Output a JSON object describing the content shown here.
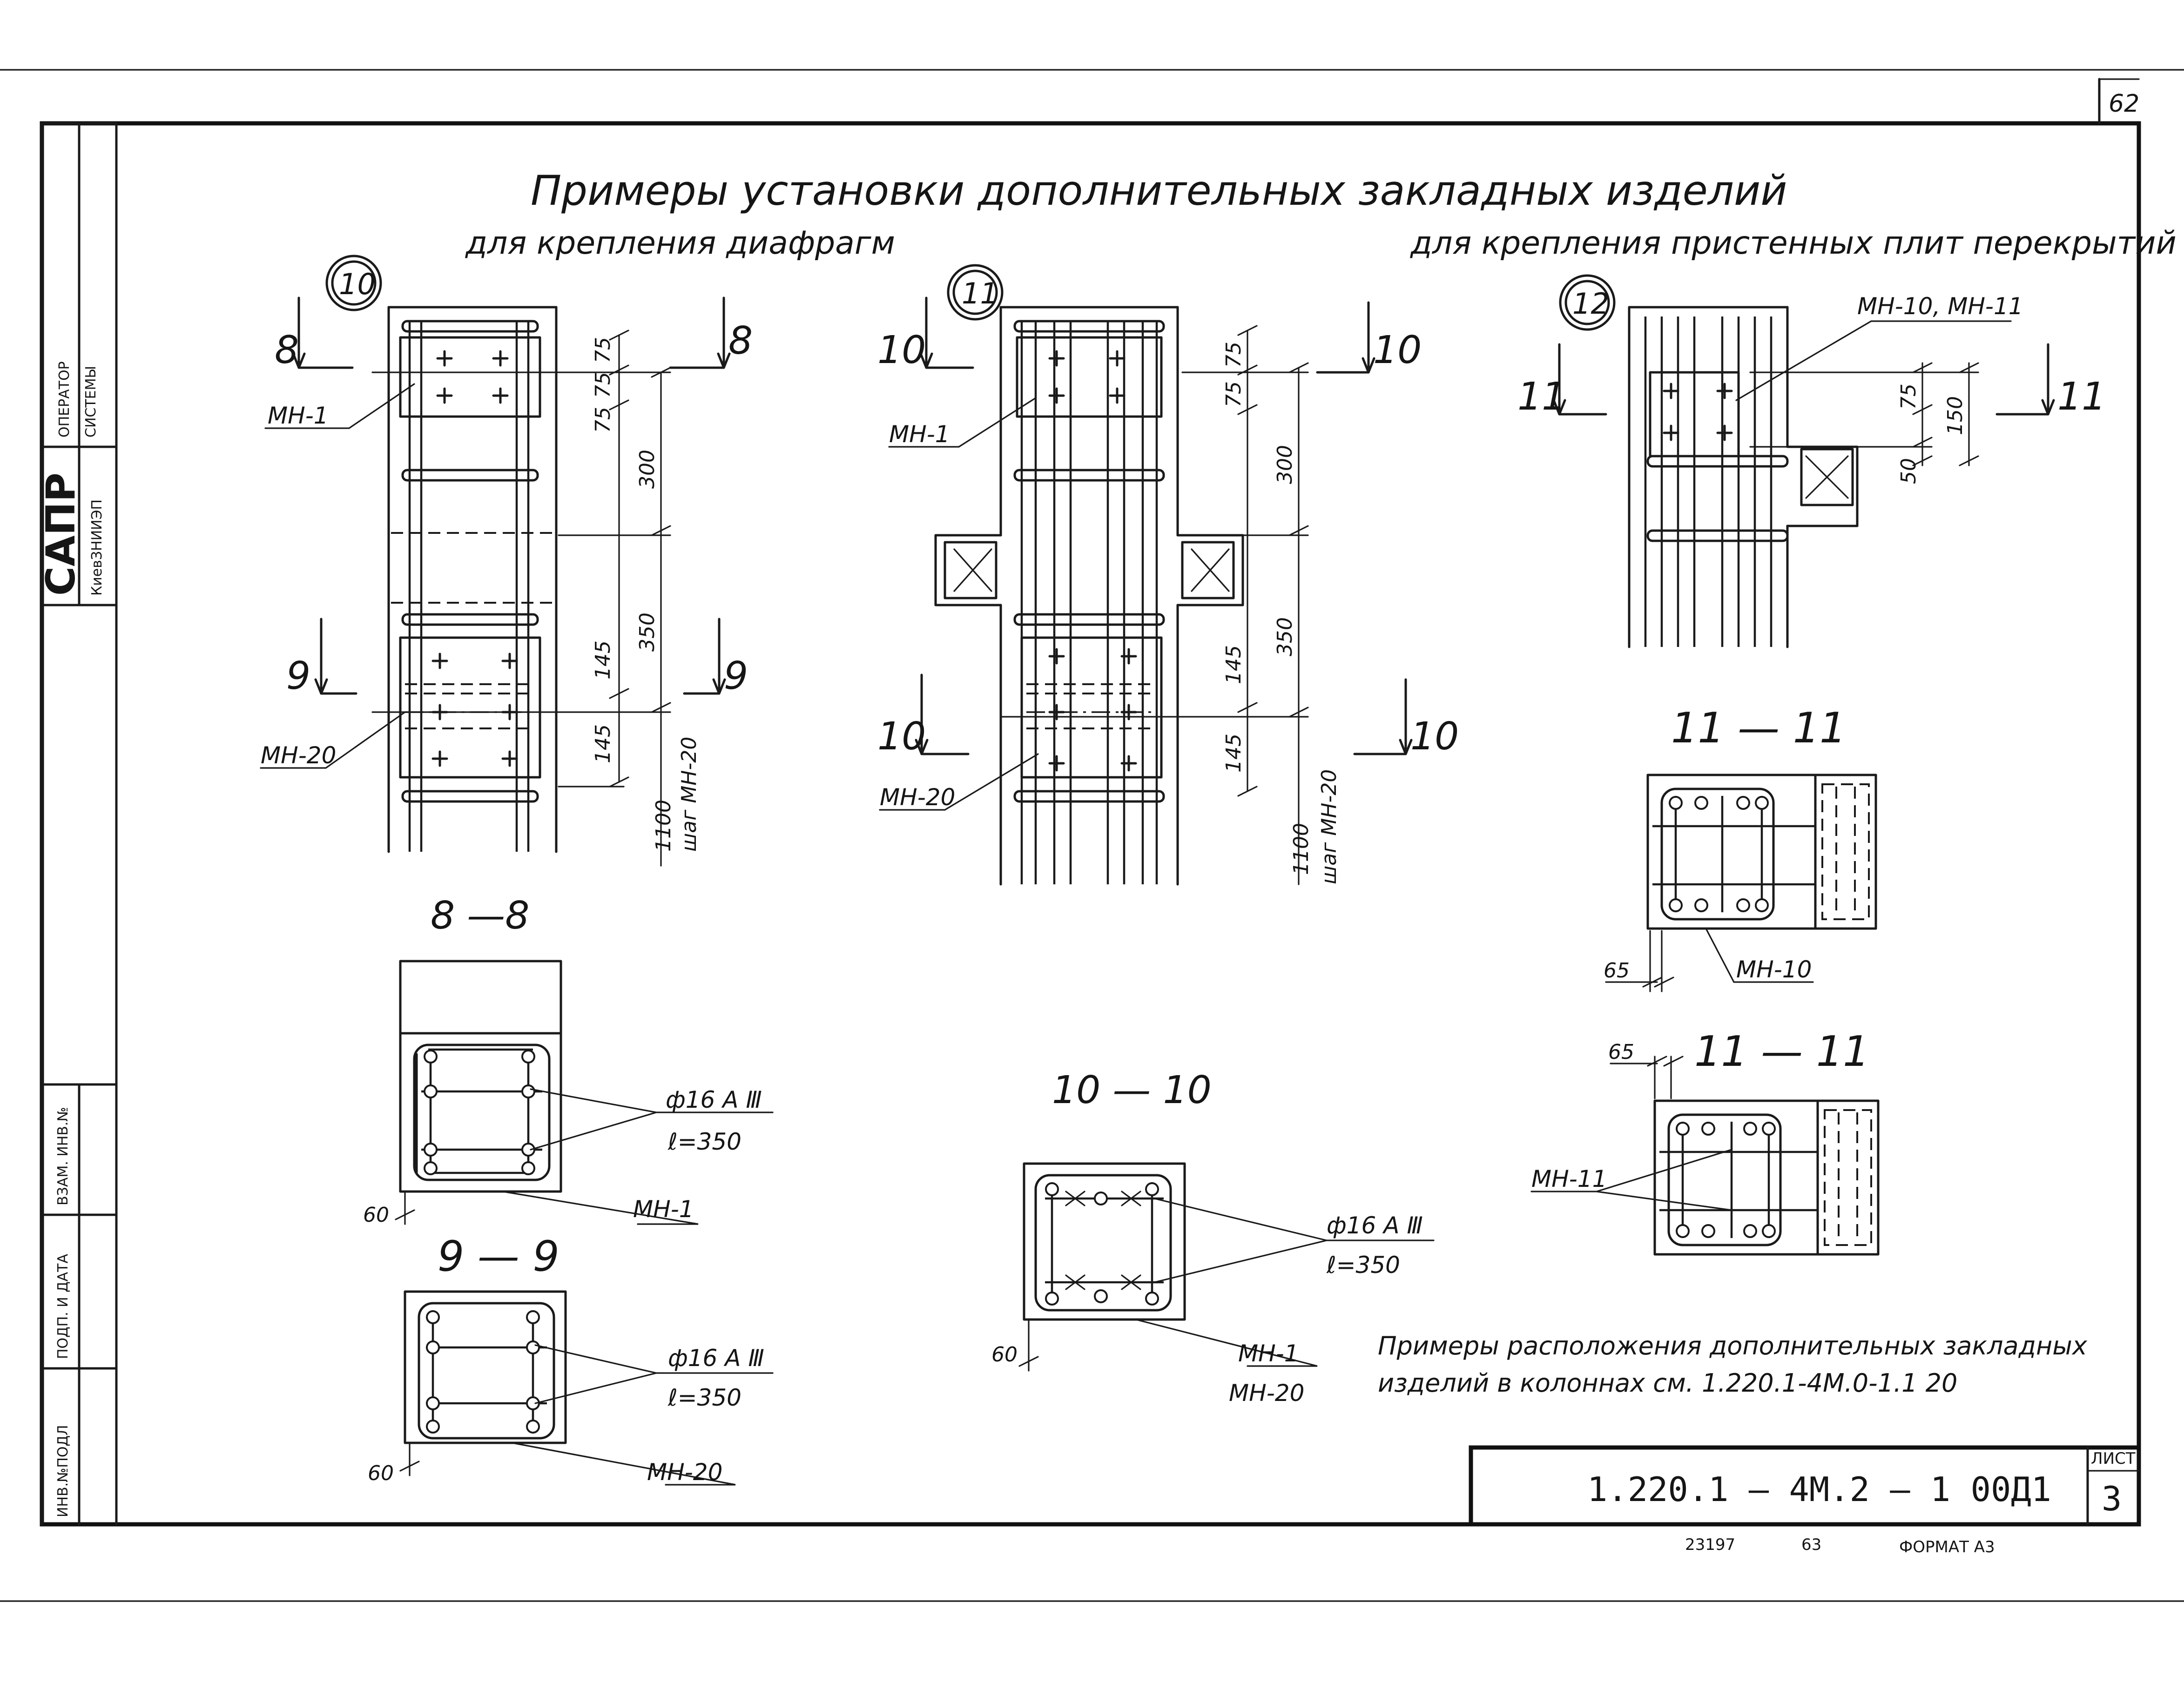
{
  "sheet": {
    "page_number": "62",
    "title": "Примеры установки дополнительных закладных изделий",
    "subtitle_left": "для крепления диафрагм",
    "subtitle_right": "для крепления пристенных плит перекрытий"
  },
  "side_stamp": {
    "operator": "ОПЕРАТОР",
    "system": "СИСТЕМЫ",
    "sapr": "САПР",
    "org": "КиевЗНИИЭП",
    "inv_no": "ВЗАМ. ИНВ.№",
    "sign_date": "ПОДП. И ДАТА",
    "inv_orig": "ИНВ.№ПОДЛ"
  },
  "detail10": {
    "marker": "10",
    "cut_top_left": "8",
    "cut_top_right": "8",
    "cut_bottom_left": "9",
    "cut_bottom_right": "9",
    "label_top": "МН-1",
    "label_bottom": "МН-20",
    "dims": [
      "75",
      "75",
      "75",
      "300",
      "350",
      "145",
      "145"
    ],
    "dim_long": "1100",
    "dim_long_note": "шаг МН-20"
  },
  "detail11": {
    "marker": "11",
    "cut_top_left": "10",
    "cut_top_right": "10",
    "cut_bottom_left": "10",
    "cut_bottom_right": "10",
    "label_top": "МН-1",
    "label_bottom": "МН-20",
    "dims": [
      "75",
      "75",
      "300",
      "350",
      "145",
      "145"
    ],
    "dim_long": "1100",
    "dim_long_note": "шаг МН-20"
  },
  "detail12": {
    "marker": "12",
    "cut_left": "11",
    "cut_right": "11",
    "label": "МН-10, МН-11",
    "dims": [
      "75",
      "150",
      "50"
    ]
  },
  "sections": {
    "s88": {
      "title": "8 —8",
      "rebar": "ф16 А Ⅲ",
      "length": "ℓ=350",
      "label": "МН-1",
      "dim": "60"
    },
    "s99": {
      "title": "9 — 9",
      "rebar": "ф16 А Ⅲ",
      "length": "ℓ=350",
      "label": "МН-20",
      "dim": "60"
    },
    "s1010": {
      "title": "10 — 10",
      "rebar": "ф16 А Ⅲ",
      "length": "ℓ=350",
      "label1": "МН-1",
      "label2": "МН-20",
      "dim": "60"
    },
    "s1111a": {
      "title": "11 — 11",
      "label": "МН-10",
      "dim": "65"
    },
    "s1111b": {
      "title": "11 — 11",
      "label": "МН-11",
      "dim": "65"
    }
  },
  "note": {
    "line1": "Примеры расположения дополнительных закладных",
    "line2": "изделий в колоннах см. 1.220.1-4М.0-1.1 20"
  },
  "title_block": {
    "doc_code": "1.220.1 — 4М.2 — 1  00Д1",
    "sheet_label": "ЛИСТ",
    "sheet_no": "3",
    "archive_no": "23197",
    "page_ref": "63",
    "format": "ФОРМАТ А3"
  }
}
